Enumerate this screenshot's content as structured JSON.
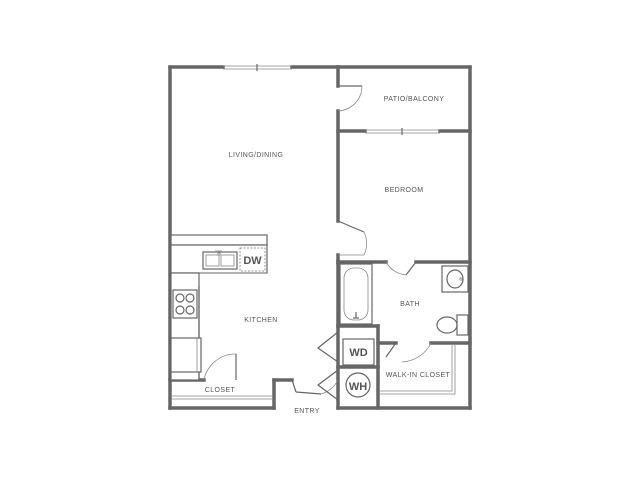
{
  "rooms": {
    "patio": "PATIO/BALCONY",
    "living": "LIVING/DINING",
    "bedroom": "BEDROOM",
    "bath": "BATH",
    "kitchen": "KITCHEN",
    "closet": "CLOSET",
    "walkin": "WALK-IN CLOSET",
    "entry": "ENTRY"
  },
  "appliances": {
    "dishwasher": "DW",
    "washer_dryer": "WD",
    "water_heater": "WH",
    "sink_tag": "SINK"
  },
  "colors": {
    "wall": "#666666",
    "text": "#555555"
  }
}
